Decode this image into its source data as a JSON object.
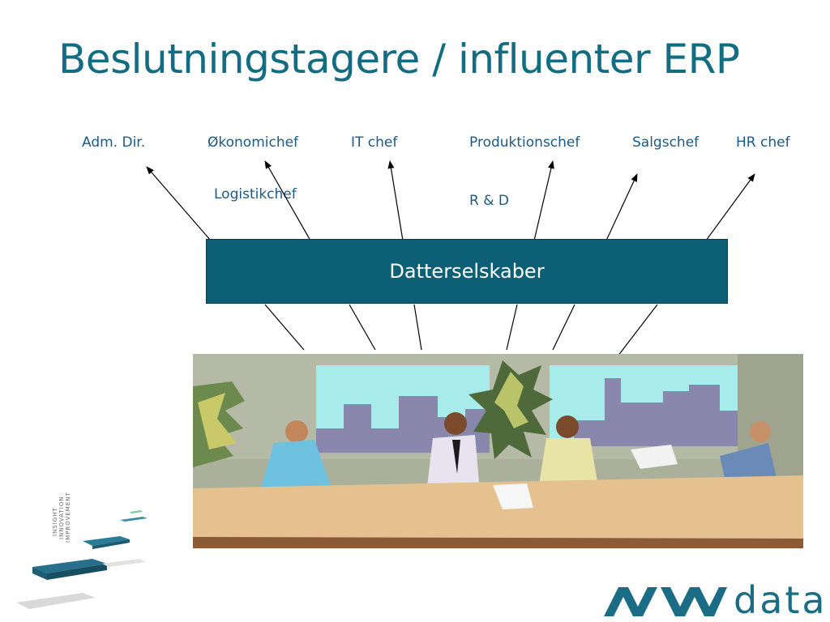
{
  "slide": {
    "title": "Beslutningstagere / influenter ERP"
  },
  "roles": [
    {
      "id": "adm-dir",
      "label": "Adm. Dir."
    },
    {
      "id": "okonomichef",
      "label": "Økonomichef"
    },
    {
      "id": "it-chef",
      "label": "IT chef"
    },
    {
      "id": "produktionschef",
      "label": "Produktionschef"
    },
    {
      "id": "salgschef",
      "label": "Salgschef"
    },
    {
      "id": "hr-chef",
      "label": "HR chef"
    },
    {
      "id": "logistikchef",
      "label": "Logistikchef"
    },
    {
      "id": "r-and-d",
      "label": "R & D"
    }
  ],
  "central_box": {
    "label": "Datterselskaber",
    "fill": "#0d5f76"
  },
  "logo": {
    "wordmark": "data",
    "tagline": [
      "INSIGHT",
      "INNOVATION",
      "IMPROVEMENT"
    ],
    "color": "#1b6d86"
  },
  "colors": {
    "title": "#126d82",
    "role_text": "#1a5a86"
  }
}
